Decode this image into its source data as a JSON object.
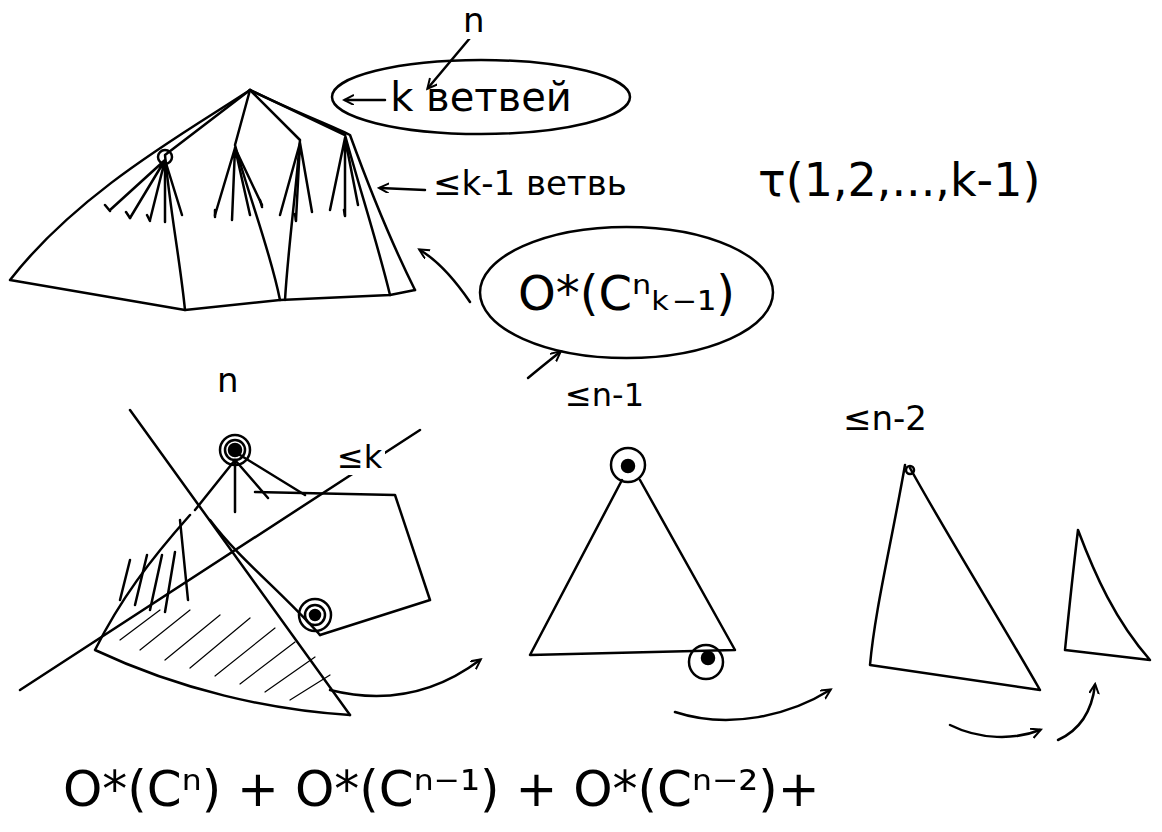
{
  "diagram": {
    "nodes": [
      {
        "text": [
          "k ветвей"
        ]
      },
      {
        "text": [
          "O*(Cⁿₖ₋₁)"
        ]
      }
    ],
    "labels": [
      "n",
      "≤k-1 ветвь",
      "τ(1,2,...,k-1)",
      "≤n-1",
      "n",
      "≤k",
      "≤n-2",
      "O*(Cⁿ) + O*(Cⁿ⁻¹) + O*(Cⁿ⁻²)+"
    ]
  }
}
